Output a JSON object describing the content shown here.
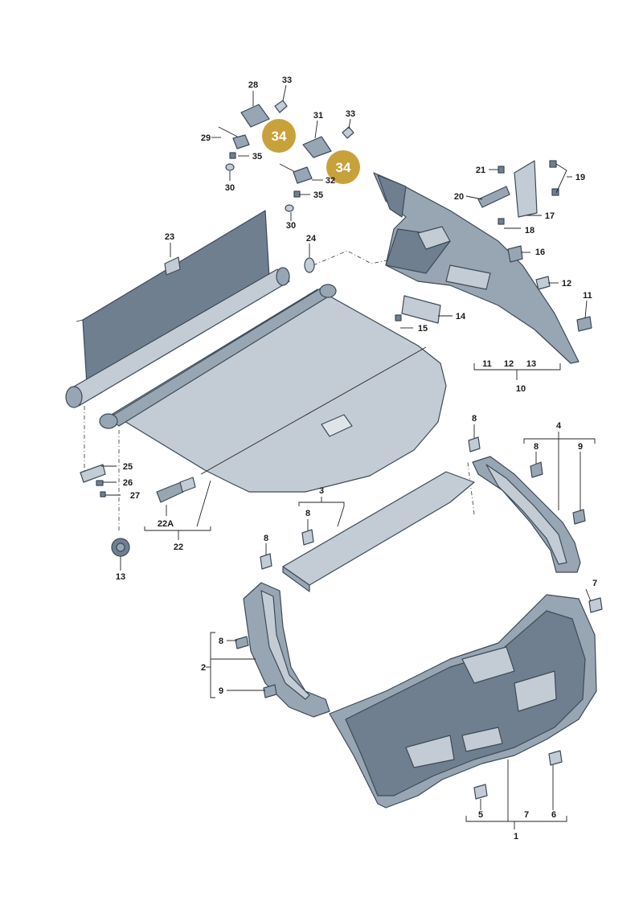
{
  "diagram": {
    "callout_color": "#c9a13b",
    "callouts": [
      "34",
      "34"
    ],
    "labels": {
      "p1": "1",
      "p2": "2",
      "p3": "3",
      "p4": "4",
      "p5": "5",
      "p6": "6",
      "p7a": "7",
      "p7b": "7",
      "p8a": "8",
      "p8b": "8",
      "p8c": "8",
      "p8d": "8",
      "p8e": "8",
      "p9a": "9",
      "p9b": "9",
      "p10": "10",
      "p11a": "11",
      "p11b": "11",
      "p12a": "12",
      "p12b": "12",
      "p13a": "13",
      "p13b": "13",
      "p14": "14",
      "p15": "15",
      "p16": "16",
      "p17": "17",
      "p18": "18",
      "p19": "19",
      "p20": "20",
      "p21": "21",
      "p22": "22",
      "p22a": "22A",
      "p23": "23",
      "p24": "24",
      "p25": "25",
      "p26": "26",
      "p27": "27",
      "p28": "28",
      "p29": "29",
      "p30a": "30",
      "p30b": "30",
      "p31": "31",
      "p32": "32",
      "p33a": "33",
      "p33b": "33",
      "p35a": "35",
      "p35b": "35"
    }
  }
}
